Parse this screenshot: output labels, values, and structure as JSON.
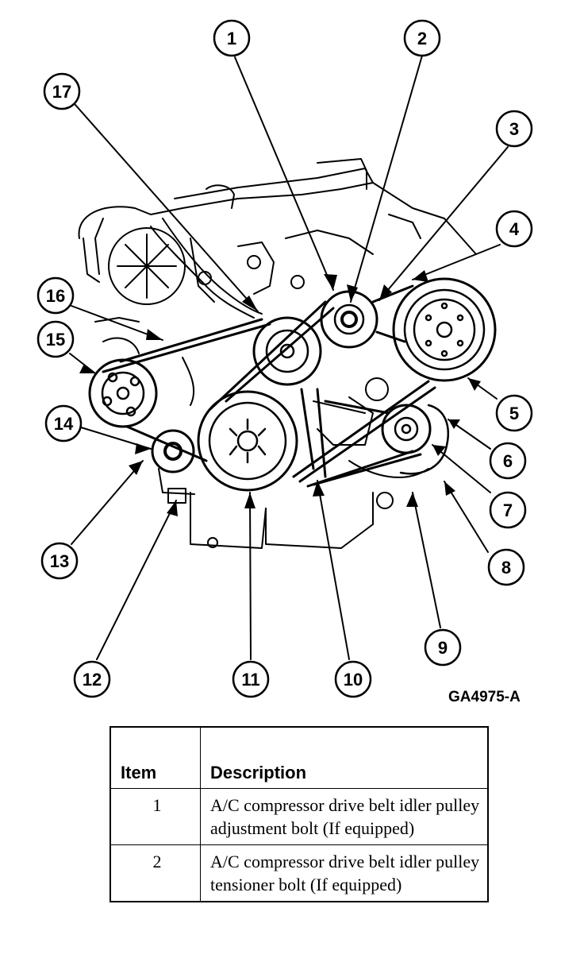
{
  "figure": {
    "id_label": "GA4975-A",
    "callouts": [
      "1",
      "2",
      "3",
      "4",
      "5",
      "6",
      "7",
      "8",
      "9",
      "10",
      "11",
      "12",
      "13",
      "14",
      "15",
      "16",
      "17"
    ]
  },
  "legend": {
    "headers": {
      "item": "Item",
      "description": "Description"
    },
    "rows": [
      {
        "item": "1",
        "description": "A/C compressor drive belt idler pulley adjustment bolt (If equipped)"
      },
      {
        "item": "2",
        "description": "A/C compressor drive belt idler pulley tensioner bolt (If equipped)"
      }
    ]
  }
}
